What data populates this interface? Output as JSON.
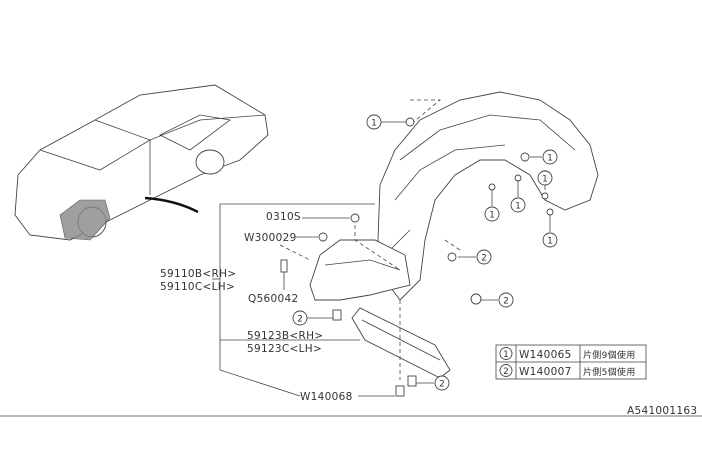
{
  "labels": {
    "clip_0310s": "0310S",
    "w300029": "W300029",
    "fender_liner_rh": "59110B<RH>",
    "fender_liner_lh": "59110C<LH>",
    "q560042": "Q560042",
    "bracket_rh": "59123B<RH>",
    "bracket_lh": "59123C<LH>",
    "w140068": "W140068"
  },
  "callout_numbers": {
    "one": "1",
    "two": "2"
  },
  "legend_table": [
    {
      "ref": "1",
      "part": "W140065",
      "note": "片側9個使用"
    },
    {
      "ref": "2",
      "part": "W140007",
      "note": "片側5個使用"
    }
  ],
  "diagram_id": "A541001163"
}
